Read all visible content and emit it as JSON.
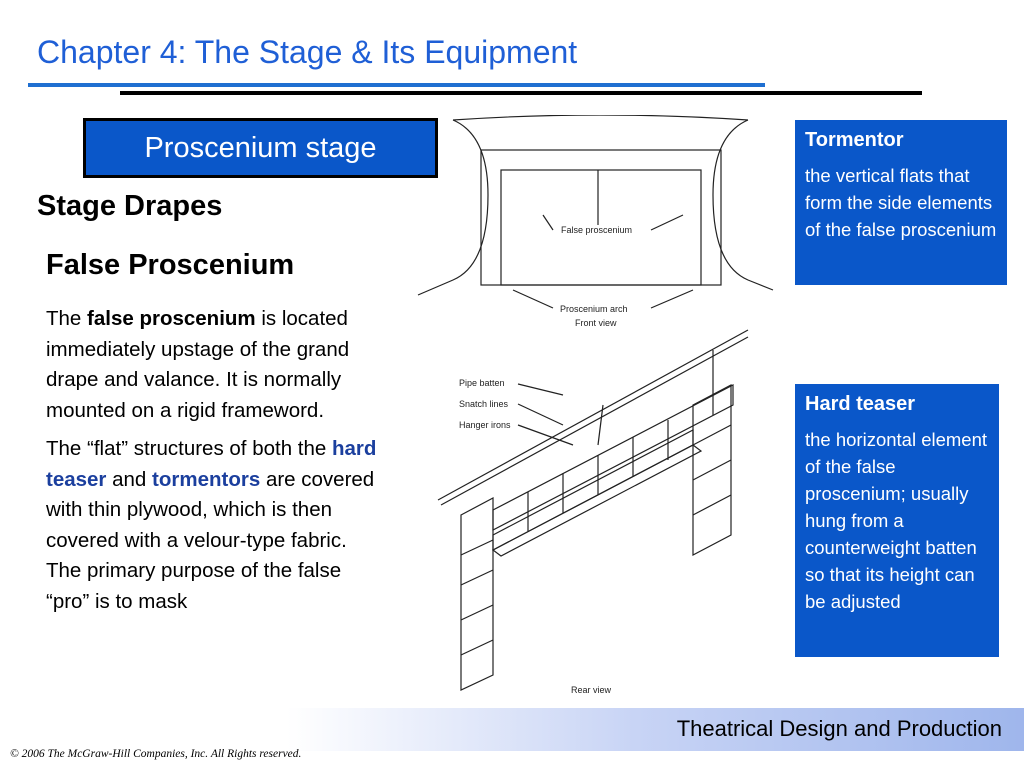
{
  "header": {
    "chapter_title": "Chapter 4:  The Stage & Its Equipment"
  },
  "section_box": {
    "label": "Proscenium stage"
  },
  "content": {
    "subhead": "Stage Drapes",
    "heading": "False Proscenium",
    "p1": {
      "pre": "The ",
      "bold": "false proscenium",
      "post": " is located immediately upstage of the grand drape and valance.  It is normally mounted on a rigid frameword."
    },
    "p2": {
      "t1": "The “flat” structures of both the ",
      "h1": "hard teaser",
      "t2": " and ",
      "h2": "tormentors",
      "t3": " are covered with thin plywood, which is then covered with a velour-type fabric.  The primary purpose of the false “pro” is to mask"
    }
  },
  "definitions": {
    "tormentor": {
      "term": "Tormentor",
      "definition": "the vertical flats that form the side elements of the false proscenium"
    },
    "hard_teaser": {
      "term": "Hard teaser",
      "definition": "the horizontal element of the false proscenium; usually hung from a counterweight batten so that its height can be adjusted"
    }
  },
  "diagram": {
    "front_labels": {
      "false_proscenium": "False proscenium",
      "proscenium_arch": "Proscenium arch",
      "front_view": "Front view"
    },
    "rear_labels": {
      "pipe_batten": "Pipe batten",
      "snatch_lines": "Snatch lines",
      "hanger_irons": "Hanger irons",
      "rear_view": "Rear view"
    }
  },
  "footer": {
    "title": "Theatrical Design and Production",
    "copyright": "© 2006 The McGraw-Hill Companies, Inc. All Rights reserved."
  },
  "colors": {
    "title_blue": "#1f5fd6",
    "box_blue": "#0a57c9",
    "highlight_blue": "#1b3f9e"
  }
}
